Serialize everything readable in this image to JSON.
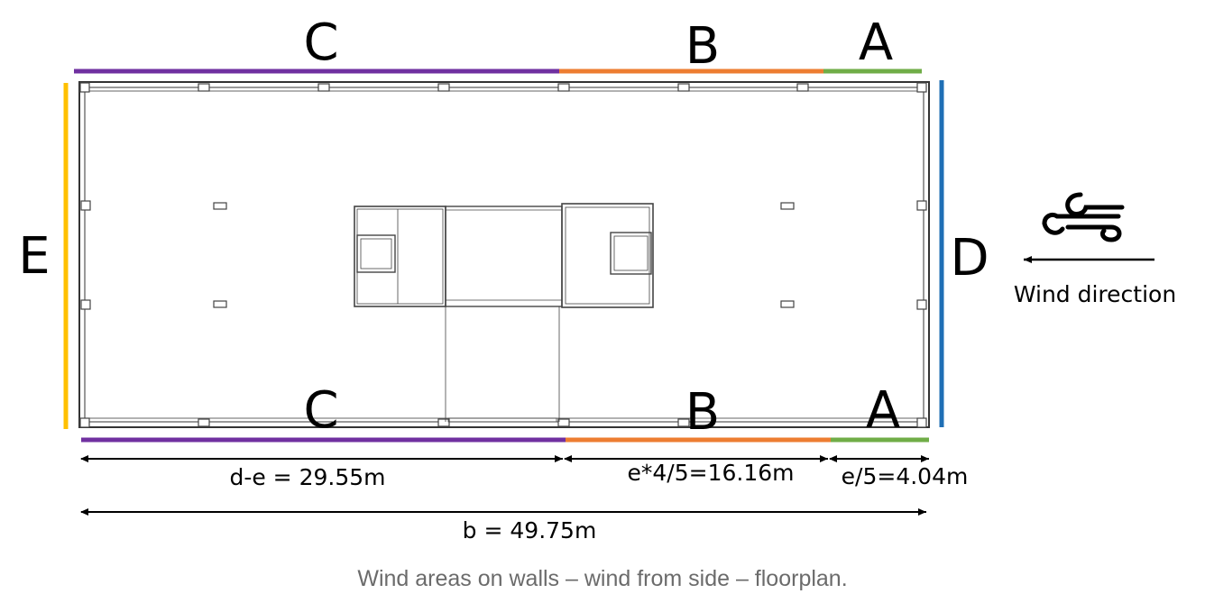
{
  "zones": {
    "top_c": "C",
    "top_b": "B",
    "top_a": "A",
    "bottom_c": "C",
    "bottom_b": "B",
    "bottom_a": "A",
    "left_e": "E",
    "right_d": "D"
  },
  "dimensions": {
    "d_minus_e": "d-e = 29.55m",
    "e_four_fifths": "e*4/5=16.16m",
    "e_fifth": "e/5=4.04m",
    "b_total": "b = 49.75m"
  },
  "wind": {
    "label": "Wind direction",
    "icon": "wind-icon"
  },
  "caption": "Wind areas on walls – wind from side – floorplan.",
  "colors": {
    "zone_c": "#7030a0",
    "zone_b": "#ed7d31",
    "zone_a": "#70ad47",
    "zone_d": "#1f6fb5",
    "zone_e": "#ffc000",
    "caption": "#6b6b6b"
  }
}
